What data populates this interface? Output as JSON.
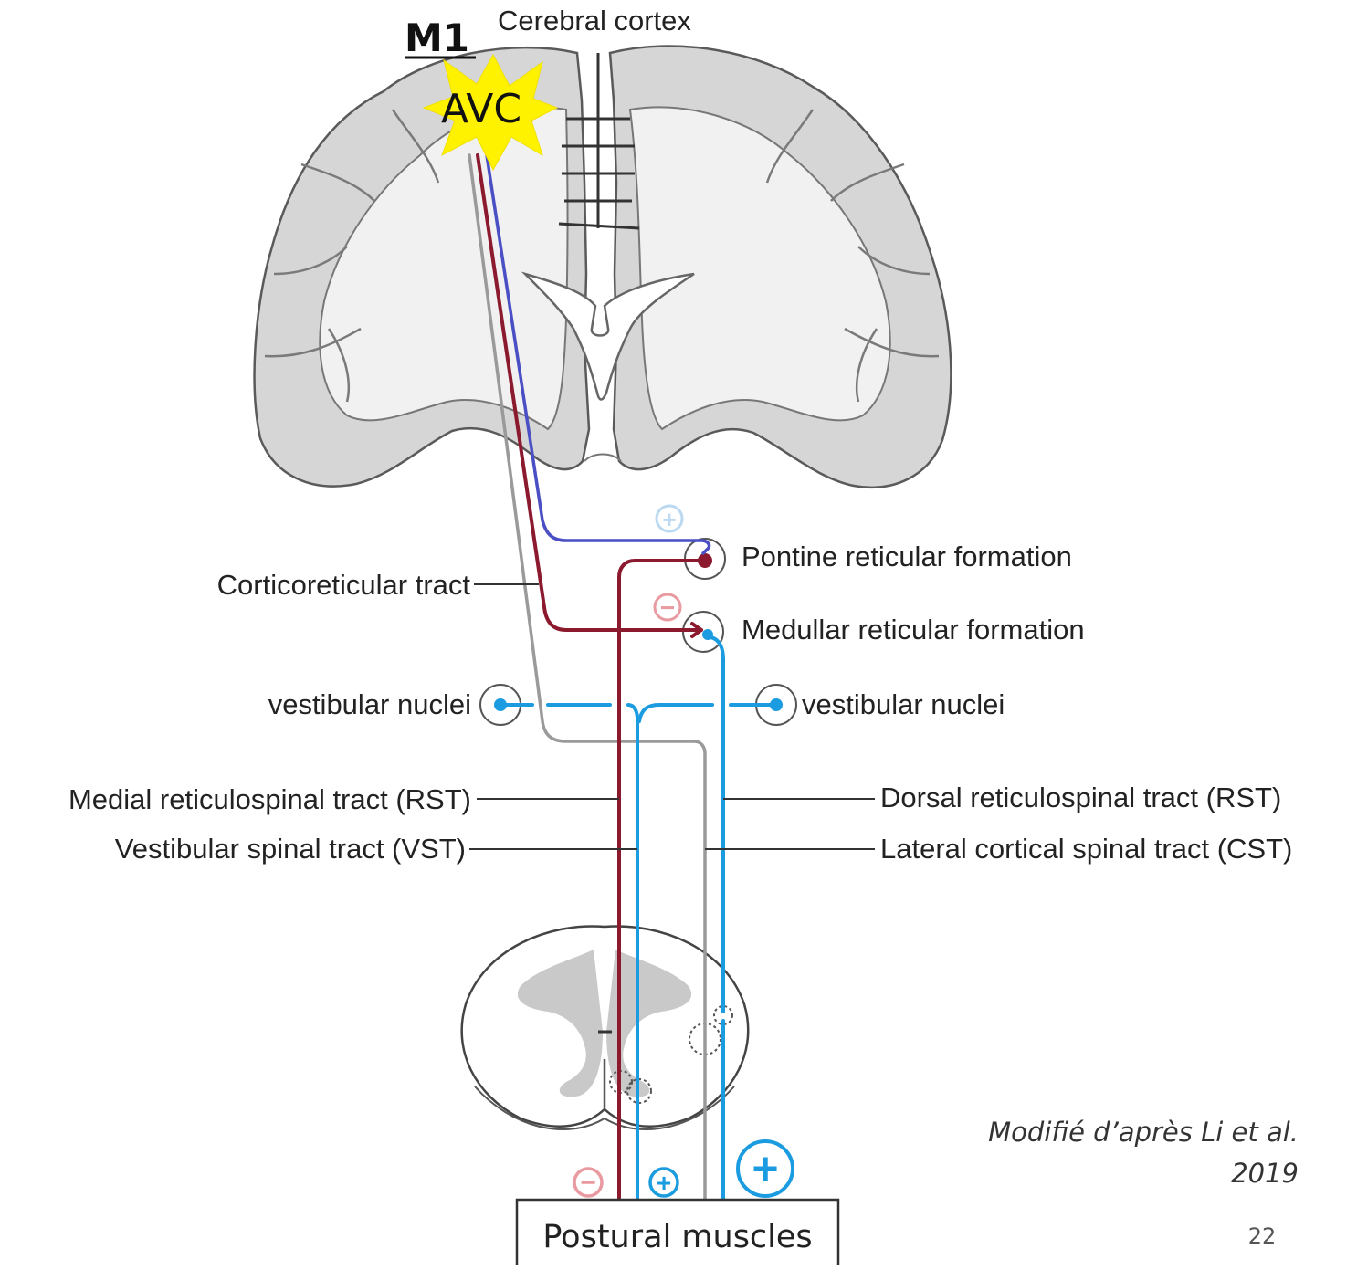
{
  "labels": {
    "cerebral_cortex": "Cerebral cortex",
    "m1": "M1",
    "stroke": "AVC",
    "pontine": "Pontine reticular formation",
    "medullar": "Medullar reticular formation",
    "corticoreticular": "Corticoreticular tract",
    "vestibular_left": "vestibular nuclei",
    "vestibular_right": "vestibular nuclei",
    "medial_rst": "Medial reticulospinal tract (RST)",
    "vst": "Vestibular spinal tract (VST)",
    "dorsal_rst": "Dorsal reticulospinal tract (RST)",
    "lateral_cst": "Lateral cortical spinal tract (CST)",
    "postural_muscles": "Postural muscles"
  },
  "citation": {
    "line1": "Modifié d’après Li et al.",
    "line2": "2019"
  },
  "page_number": "22",
  "colors": {
    "dark_red": "#8b1a2e",
    "blue_cortical": "#4a4fc4",
    "light_blue": "#1b9be0",
    "gray_tract": "#9a9a9a",
    "brain_fill": "#d6d6d6",
    "stroke_star": "#fff200",
    "minus_sign": "#e89aa0",
    "plus_light": "#bcd9f2"
  },
  "signs": {
    "excitatory": "+",
    "inhibitory": "−"
  }
}
